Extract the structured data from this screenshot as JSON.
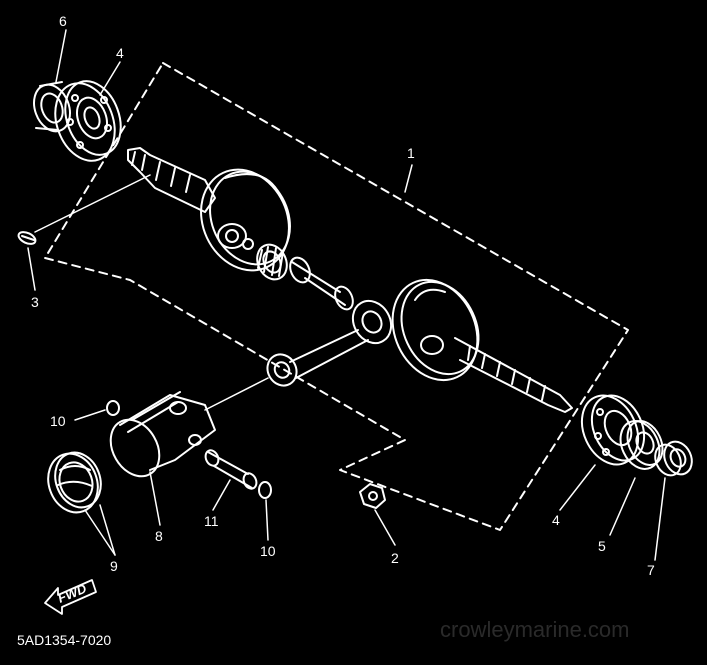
{
  "callouts": {
    "n1": "1",
    "n2": "2",
    "n3": "3",
    "n4a": "4",
    "n4b": "4",
    "n5": "5",
    "n6": "6",
    "n7": "7",
    "n8": "8",
    "n9": "9",
    "n10a": "10",
    "n10b": "10",
    "n11": "11"
  },
  "fwd_label": "FWD",
  "diagram_code": "5AD1354-7020",
  "watermark": "crowleymarine.com",
  "colors": {
    "background": "#000000",
    "line": "#ffffff"
  }
}
